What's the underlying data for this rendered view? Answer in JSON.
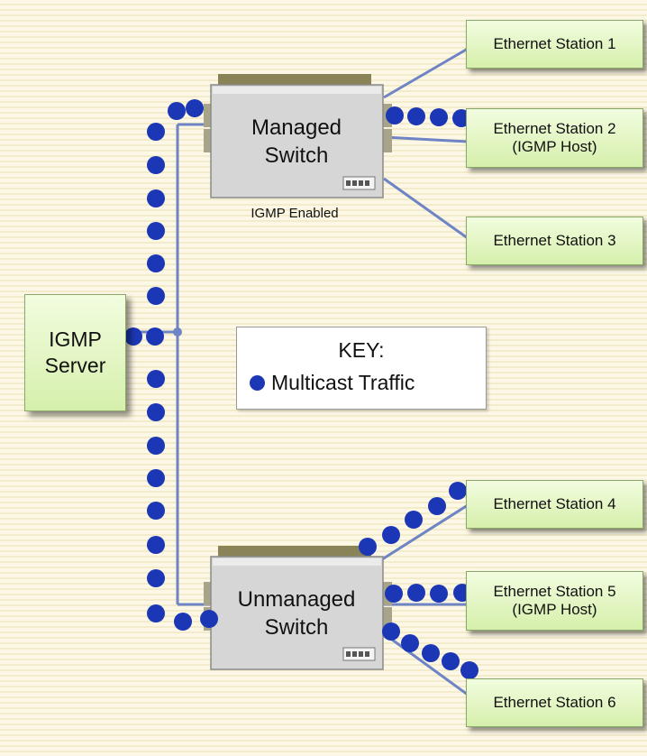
{
  "server": {
    "line1": "IGMP",
    "line2": "Server"
  },
  "managed_switch": {
    "line1": "Managed",
    "line2": "Switch",
    "note": "IGMP Enabled"
  },
  "unmanaged_switch": {
    "line1": "Unmanaged",
    "line2": "Switch"
  },
  "stations": [
    {
      "line1": "Ethernet Station 1",
      "line2": ""
    },
    {
      "line1": "Ethernet Station 2",
      "line2": "(IGMP Host)"
    },
    {
      "line1": "Ethernet Station 3",
      "line2": ""
    },
    {
      "line1": "Ethernet Station 4",
      "line2": ""
    },
    {
      "line1": "Ethernet Station 5",
      "line2": "(IGMP Host)"
    },
    {
      "line1": "Ethernet Station 6",
      "line2": ""
    }
  ],
  "key": {
    "title": "KEY:",
    "item_label": "Multicast Traffic"
  },
  "colors": {
    "multicast_dot": "#1c37b5",
    "link_line": "#6e84c4",
    "station_fill": "#e2f4c4",
    "switch_body": "#d9d9d9"
  }
}
